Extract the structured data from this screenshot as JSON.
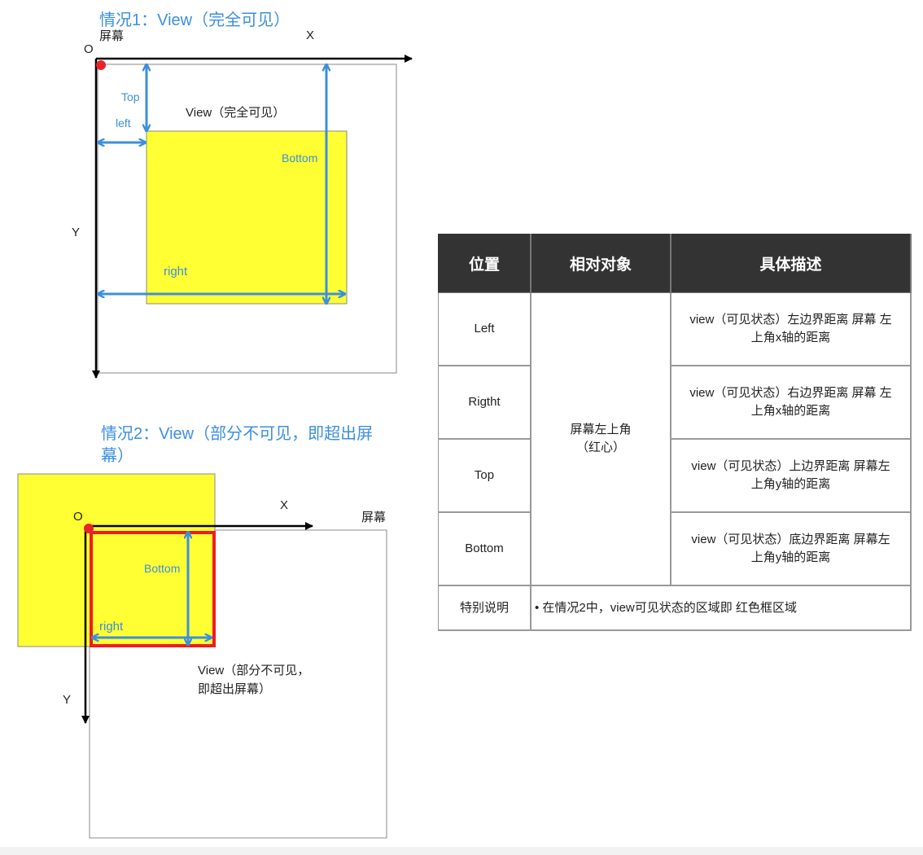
{
  "case1": {
    "title": "情况1：View（完全可见）",
    "screen_label": "屏幕",
    "origin_label": "O",
    "x_label": "X",
    "y_label": "Y",
    "view_label": "View（完全可见）",
    "top_label": "Top",
    "left_label": "left",
    "bottom_label": "Bottom",
    "right_label": "right"
  },
  "case2": {
    "title_line1": "情况2：View（部分不可见，即超出屏",
    "title_line2": "幕）",
    "screen_label": "屏幕",
    "origin_label": "O",
    "x_label": "X",
    "y_label": "Y",
    "view_label_line1": "View（部分不可见，",
    "view_label_line2": "即超出屏幕）",
    "bottom_label": "Bottom",
    "right_label": "right"
  },
  "colors": {
    "yellow_view": "#ffff33",
    "blue_arrow": "#3b8fe0",
    "red_origin": "#e8232a",
    "red_frame": "#ee1c24",
    "header_bg": "#333333"
  },
  "table": {
    "headers": [
      "位置",
      "相对对象",
      "具体描述"
    ],
    "reference": [
      "屏幕左上角",
      "（红心）"
    ],
    "rows": [
      {
        "position": "Left",
        "desc_line1": "view（可见状态）左边界距离 屏幕 左",
        "desc_line2": "上角x轴的距离"
      },
      {
        "position": "Rigtht",
        "desc_line1": "view（可见状态）右边界距离 屏幕 左",
        "desc_line2": "上角x轴的距离"
      },
      {
        "position": "Top",
        "desc_line1": "view（可见状态）上边界距离 屏幕左",
        "desc_line2": "上角y轴的距离"
      },
      {
        "position": "Bottom",
        "desc_line1": "view（可见状态）底边界距离 屏幕左",
        "desc_line2": "上角y轴的距离"
      }
    ],
    "note_label": "特别说明",
    "note_text": "• 在情况2中，view可见状态的区域即 红色框区域"
  }
}
